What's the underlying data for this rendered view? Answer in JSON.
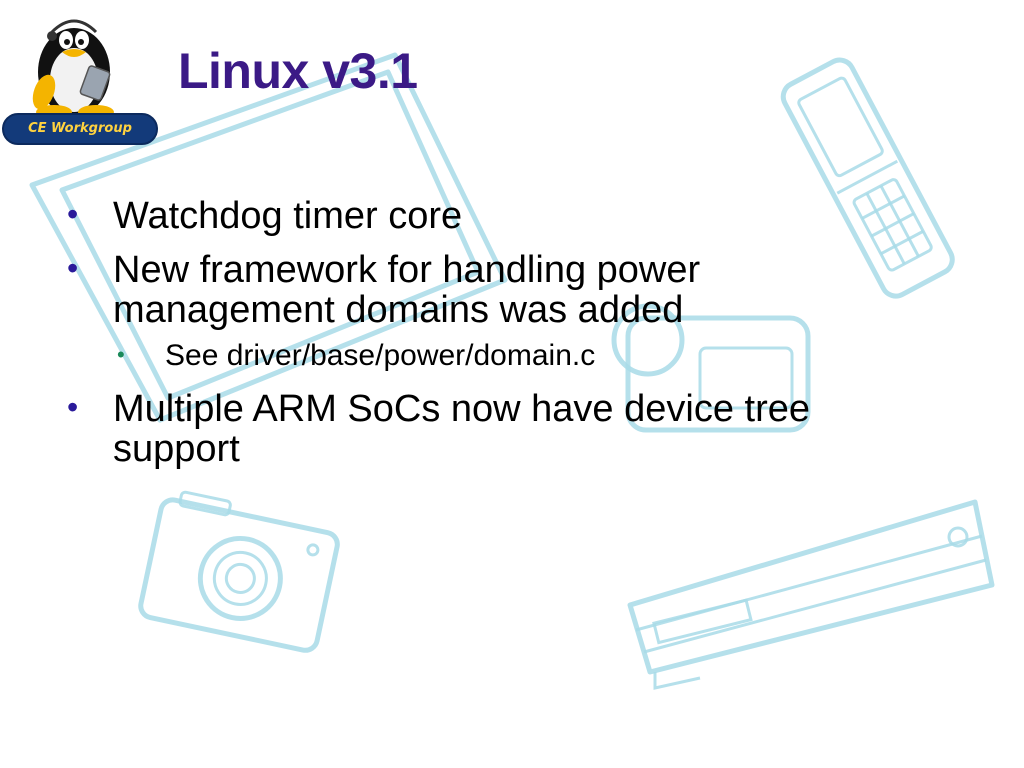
{
  "logo": {
    "text": "CE Workgroup"
  },
  "slide": {
    "title": "Linux v3.1",
    "bullets": [
      {
        "text": "Watchdog timer core"
      },
      {
        "lines": [
          "New framework for handling power",
          "management domains was added"
        ]
      },
      {
        "text": "Multiple ARM SoCs now have device tree",
        "text2": "support"
      }
    ],
    "sub_bullets": [
      {
        "text": "See driver/base/power/domain.c"
      }
    ]
  },
  "colors": {
    "title": "#3b1a86",
    "bullet_marker": "#2a1a9a",
    "sub_marker": "#1a8a5a",
    "background_art": "#a8dbe8",
    "logo_pill": "#133a7a",
    "logo_text": "#ffd23f"
  }
}
